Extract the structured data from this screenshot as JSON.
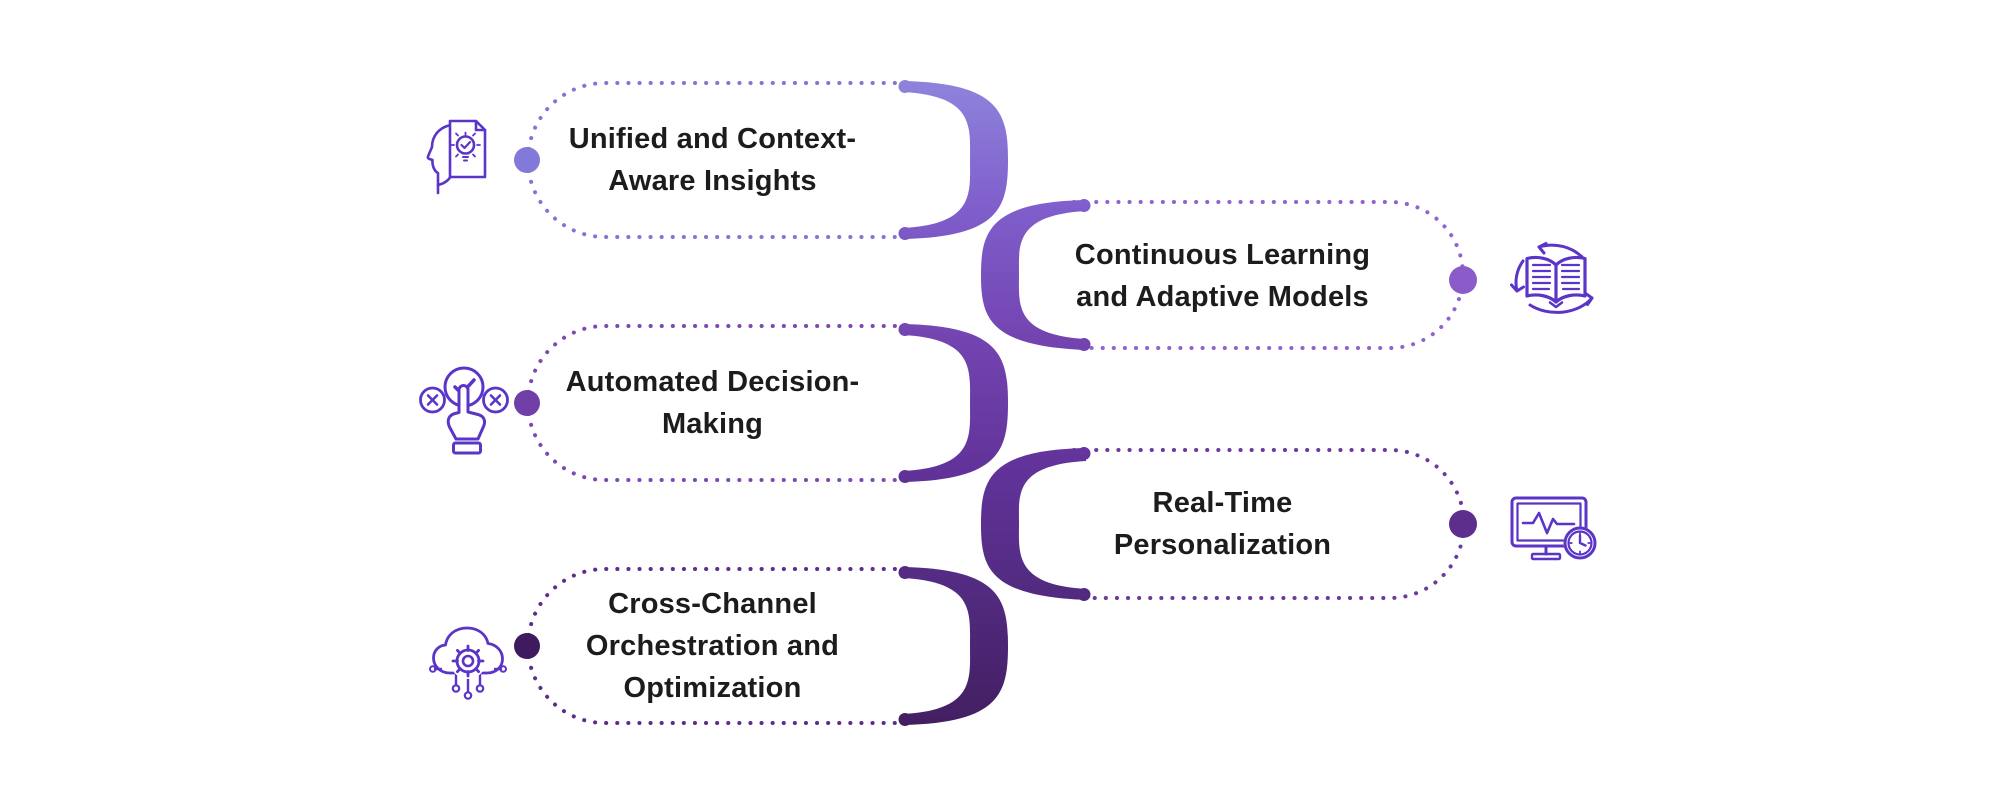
{
  "background_color": "#ffffff",
  "text_color": "#1c1c1c",
  "icon_stroke_color": "#5b35c7",
  "spine": {
    "gradient_top": "#8e84dc",
    "gradient_bottom": "#421e60"
  },
  "items": [
    {
      "label": "Unified and Context-Aware Insights",
      "lines": [
        "Unified and Context-",
        "Aware Insights"
      ],
      "side": "left",
      "icon": "head-document-idea-icon",
      "dot_color": "#8379d8",
      "border_color": "#8076d5"
    },
    {
      "label": "Continuous Learning and Adaptive Models",
      "lines": [
        "Continuous Learning",
        "and Adaptive Models"
      ],
      "side": "right",
      "icon": "book-refresh-icon",
      "dot_color": "#8a5bc9",
      "border_color": "#9163cd"
    },
    {
      "label": "Automated Decision-Making",
      "lines": [
        "Automated Decision-",
        "Making"
      ],
      "side": "left",
      "icon": "decision-hand-icon",
      "dot_color": "#7040a8",
      "border_color": "#7a4ab2"
    },
    {
      "label": "Real-Time Personalization",
      "lines": [
        "Real-Time",
        "Personalization"
      ],
      "side": "right",
      "icon": "monitor-pulse-clock-icon",
      "dot_color": "#5e2e8c",
      "border_color": "#6a3a9e"
    },
    {
      "label": "Cross-Channel Orchestration and Optimization",
      "lines": [
        "Cross-Channel",
        "Orchestration and",
        "Optimization"
      ],
      "side": "left",
      "icon": "cloud-gear-network-icon",
      "dot_color": "#3e1b5f",
      "border_color": "#5c2d8b"
    }
  ]
}
